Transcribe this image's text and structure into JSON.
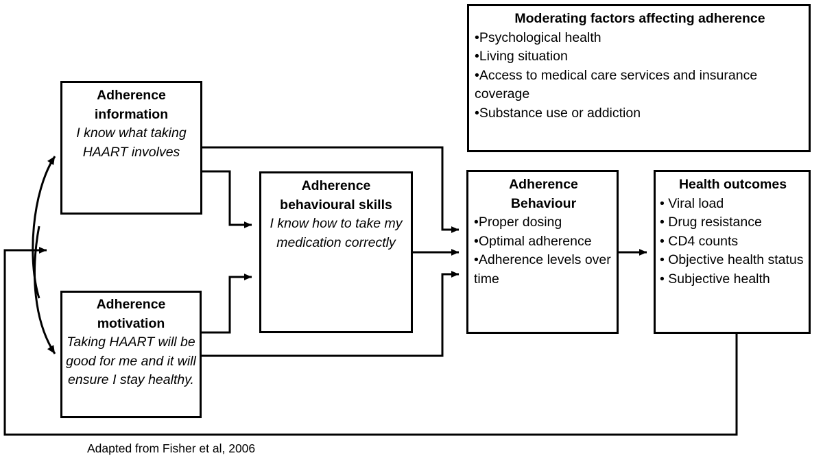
{
  "diagram": {
    "caption": "Adapted from Fisher et al, 2006",
    "stroke_color": "#000000",
    "background_color": "#ffffff",
    "boxes": {
      "moderating": {
        "title": "Moderating factors affecting adherence",
        "items": [
          "•Psychological health",
          "•Living situation",
          "•Access to medical care services and insurance coverage",
          "•Substance use or addiction"
        ]
      },
      "information": {
        "title_line1": "Adherence",
        "title_line2": "information",
        "detail": "I know what taking HAART involves"
      },
      "motivation": {
        "title_line1": "Adherence",
        "title_line2": "motivation",
        "detail": "Taking HAART will be good for me and it will ensure I stay healthy."
      },
      "skills": {
        "title_line1": "Adherence",
        "title_line2": "behavioural skills",
        "detail": "I know how to take my medication correctly"
      },
      "behaviour": {
        "title_line1": "Adherence",
        "title_line2": "Behaviour",
        "items": [
          "•Proper dosing",
          "•Optimal adherence",
          "•Adherence levels over time"
        ]
      },
      "outcomes": {
        "title": "Health outcomes",
        "items": [
          "• Viral load",
          "• Drug resistance",
          "• CD4 counts",
          "• Objective health status",
          "• Subjective health"
        ]
      }
    },
    "connectors": [
      "information-motivation-bidirectional-curve",
      "information-to-skills",
      "information-to-behaviour",
      "motivation-to-skills",
      "motivation-to-behaviour",
      "skills-to-behaviour",
      "behaviour-to-outcomes",
      "outcomes-feedback-loop"
    ]
  }
}
